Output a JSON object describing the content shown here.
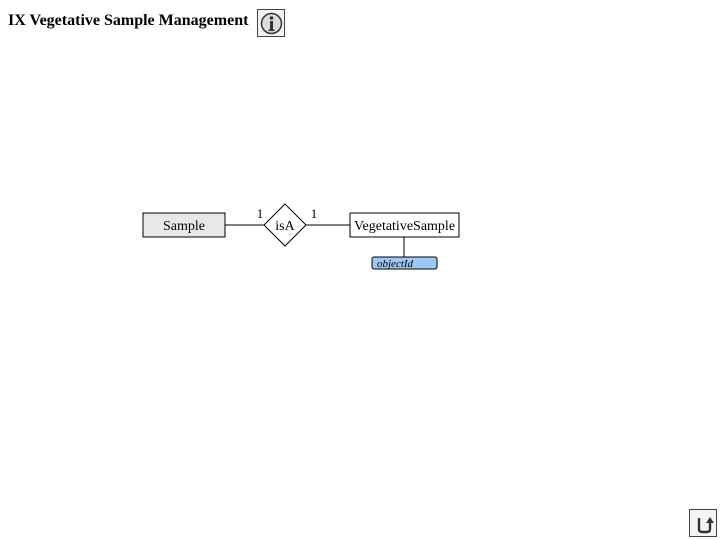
{
  "header": {
    "title": "IX Vegetative Sample Management"
  },
  "buttons": {
    "info_icon": "info-icon",
    "home_icon": "return-arrow-icon"
  },
  "diagram": {
    "entities": {
      "sample": "Sample",
      "vegetative_sample": "VegetativeSample"
    },
    "relationship": {
      "label": "isA",
      "card_left": "1",
      "card_right": "1"
    },
    "attribute": {
      "label": "objectId"
    },
    "colors": {
      "sample_fill": "#e8e8e8",
      "vegetative_fill": "#ffffff",
      "attribute_fill": "#9ec8f4",
      "line": "#000000"
    }
  }
}
